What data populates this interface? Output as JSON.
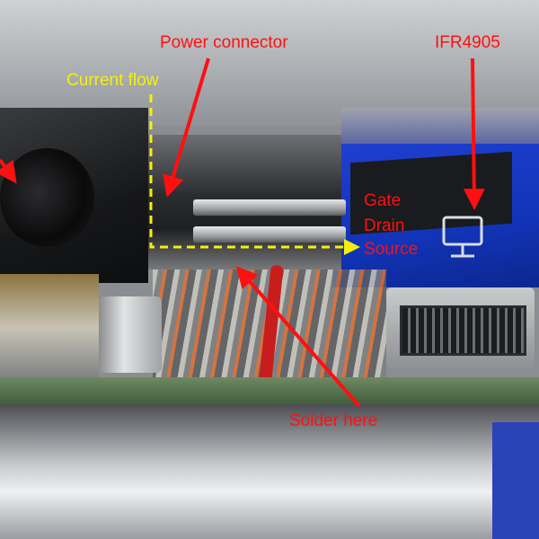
{
  "labels": {
    "power_connector": "Power connector",
    "current_flow": "Current flow",
    "ifr": "IFR4905",
    "gate": "Gate",
    "drain": "Drain",
    "source": "Source",
    "solder": "Solder here"
  },
  "colors": {
    "annotation_red": "#ff1010",
    "annotation_yellow": "#f5f00a",
    "board_blue": "#1234b8"
  },
  "icons": {
    "board_print": "monitor-icon"
  }
}
